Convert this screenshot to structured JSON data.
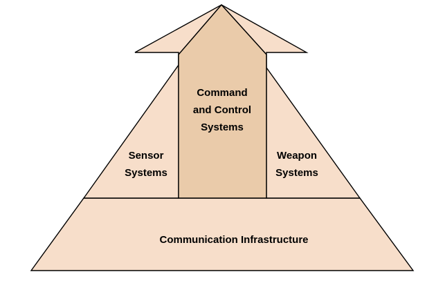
{
  "diagram": {
    "colors": {
      "outer_fill": "#F7DECA",
      "center_fill": "#EACBAA",
      "stroke": "#000000"
    },
    "center": {
      "line1": "Command",
      "line2": "and Control",
      "line3": "Systems"
    },
    "left": {
      "line1": "Sensor",
      "line2": "Systems"
    },
    "right": {
      "line1": "Weapon",
      "line2": "Systems"
    },
    "base": {
      "label": "Communication Infrastructure"
    }
  }
}
